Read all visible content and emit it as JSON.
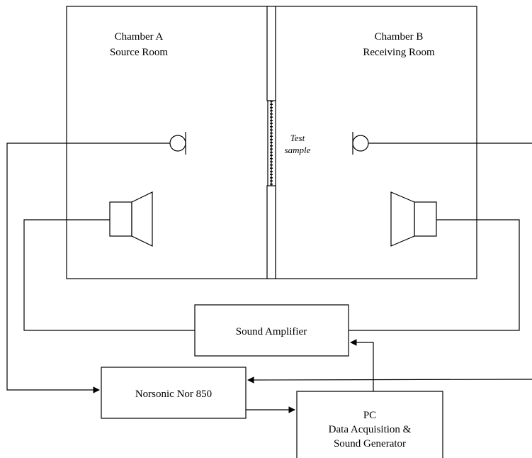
{
  "chamber_a": {
    "title": "Chamber A",
    "subtitle": "Source Room"
  },
  "chamber_b": {
    "title": "Chamber B",
    "subtitle": "Receiving Room"
  },
  "test_sample": {
    "line1": "Test",
    "line2": "sample"
  },
  "amplifier": {
    "label": "Sound Amplifier"
  },
  "analyzer": {
    "label": "Norsonic Nor 850"
  },
  "pc": {
    "line1": "PC",
    "line2": "Data Acquisition &",
    "line3": "Sound Generator"
  }
}
